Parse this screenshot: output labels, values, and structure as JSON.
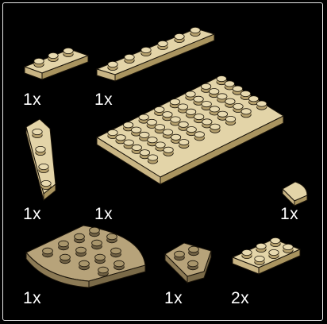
{
  "colors": {
    "background": "#000000",
    "frame": "#e8e8e8",
    "tan_top": "#e3d4a8",
    "tan_side": "#c9b584",
    "tan_edge": "#9b8757",
    "dark_tan_top": "#b7a37a",
    "dark_tan_side": "#8c7a55",
    "outline": "#1a140a",
    "label": "#ffffff"
  },
  "parts": [
    {
      "name": "plate-1x3-tan",
      "quantity": "1x"
    },
    {
      "name": "plate-1x6-tan",
      "quantity": "1x"
    },
    {
      "name": "wedge-plate-tan",
      "quantity": "1x"
    },
    {
      "name": "plate-6x8-tan",
      "quantity": "1x"
    },
    {
      "name": "round-quarter-tile-tan",
      "quantity": "1x"
    },
    {
      "name": "round-corner-plate-4x4-dark-tan",
      "quantity": "1x"
    },
    {
      "name": "corner-plate-2x2-dark-tan",
      "quantity": "1x"
    },
    {
      "name": "plate-2x3-tan",
      "quantity": "2x"
    }
  ]
}
